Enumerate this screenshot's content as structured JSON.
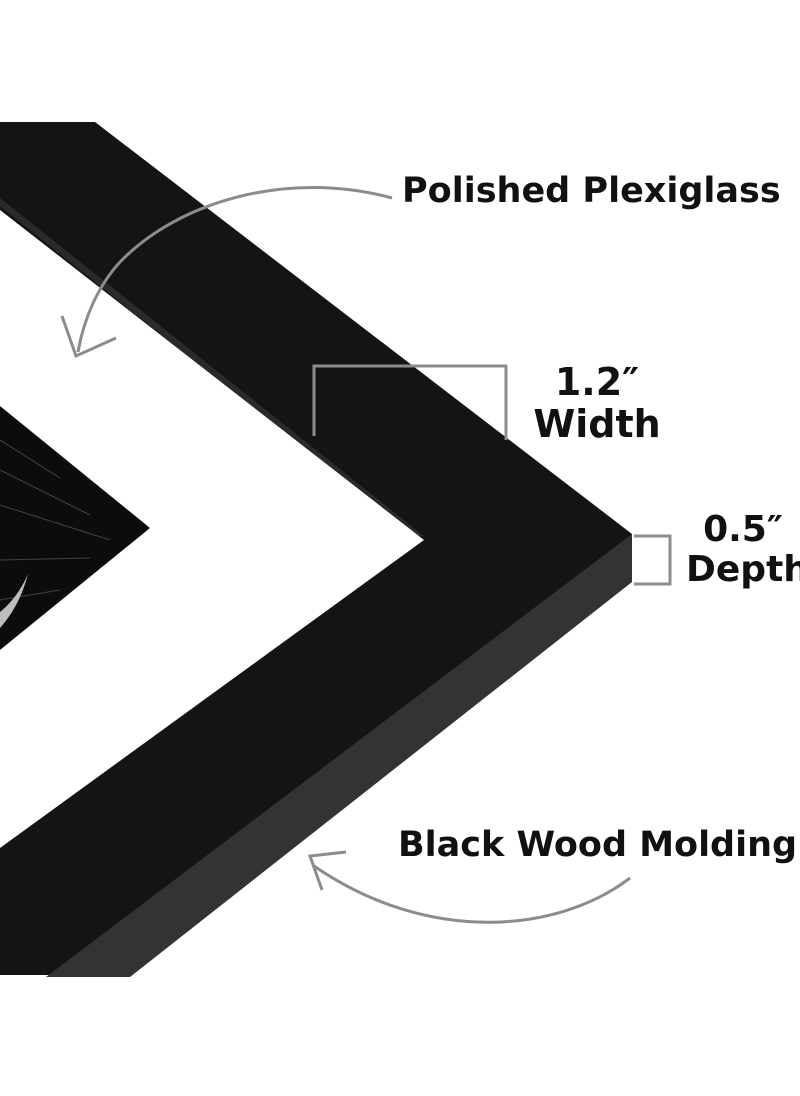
{
  "labels": {
    "plexiglass": "Polished Plexiglass",
    "width_value": "1.2″",
    "width_word": "Width",
    "depth_value": "0.5″",
    "depth_word": "Depth",
    "molding": "Black Wood Molding"
  },
  "colors": {
    "frame": "#141414",
    "frame_side": "#333333",
    "mat": "#ffffff",
    "photo": "#0c0c0c",
    "pointer": "#8c8c8c",
    "text": "#111111"
  }
}
